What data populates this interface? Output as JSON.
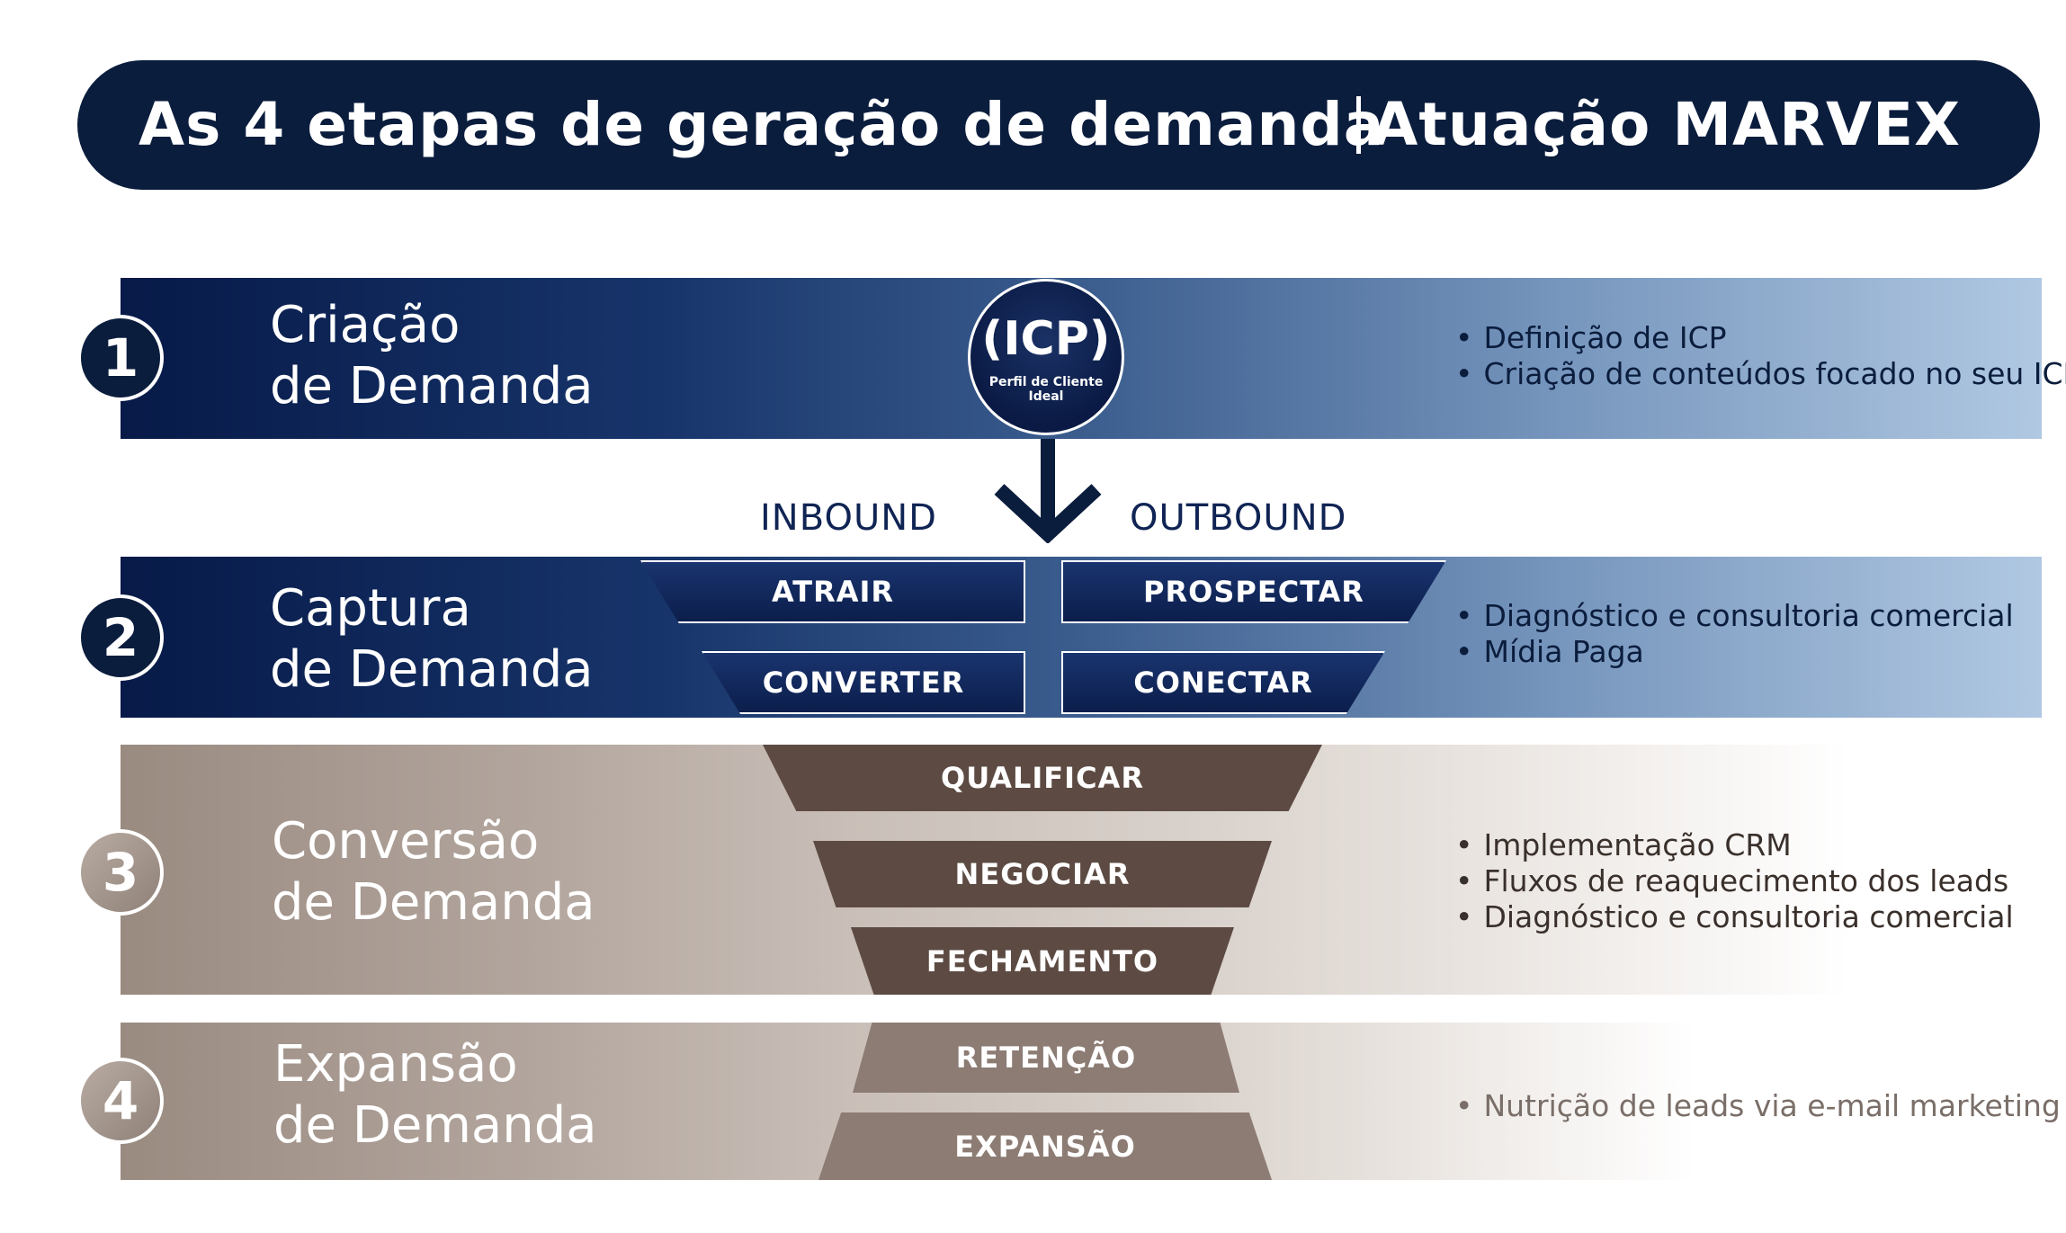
{
  "header": {
    "title": "As 4 etapas de geração de demanda",
    "brand": "Atuação MARVEX"
  },
  "stages": [
    {
      "number": "1",
      "title_line1": "Criação",
      "title_line2": "de Demanda",
      "bullets": [
        "Definição de ICP",
        "Criação de conteúdos focado no seu ICP"
      ]
    },
    {
      "number": "2",
      "title_line1": "Captura",
      "title_line2": "de Demanda",
      "bullets": [
        "Diagnóstico e consultoria comercial",
        "Mídia Paga"
      ]
    },
    {
      "number": "3",
      "title_line1": "Conversão",
      "title_line2": "de Demanda",
      "bullets": [
        "Implementação CRM",
        "Fluxos de reaquecimento dos leads",
        "Diagnóstico e consultoria comercial"
      ]
    },
    {
      "number": "4",
      "title_line1": "Expansão",
      "title_line2": "de Demanda",
      "bullets": [
        "Nutrição de leads via e-mail marketing"
      ]
    }
  ],
  "icp": {
    "main": "(ICP)",
    "sub": "Perfil de Cliente Ideal"
  },
  "flow": {
    "inbound": "INBOUND",
    "outbound": "OUTBOUND"
  },
  "steps": {
    "atrair": "ATRAIR",
    "prospectar": "PROSPECTAR",
    "converter": "CONVERTER",
    "conectar": "CONECTAR",
    "qualificar": "QUALIFICAR",
    "negociar": "NEGOCIAR",
    "fechamento": "FECHAMENTO",
    "retencao": "RETENÇÃO",
    "expansao": "EXPANSÃO"
  },
  "colors": {
    "navy": "#0b1d3d",
    "brown_dark": "#5d4b43",
    "brown_light": "#8c7c74"
  }
}
